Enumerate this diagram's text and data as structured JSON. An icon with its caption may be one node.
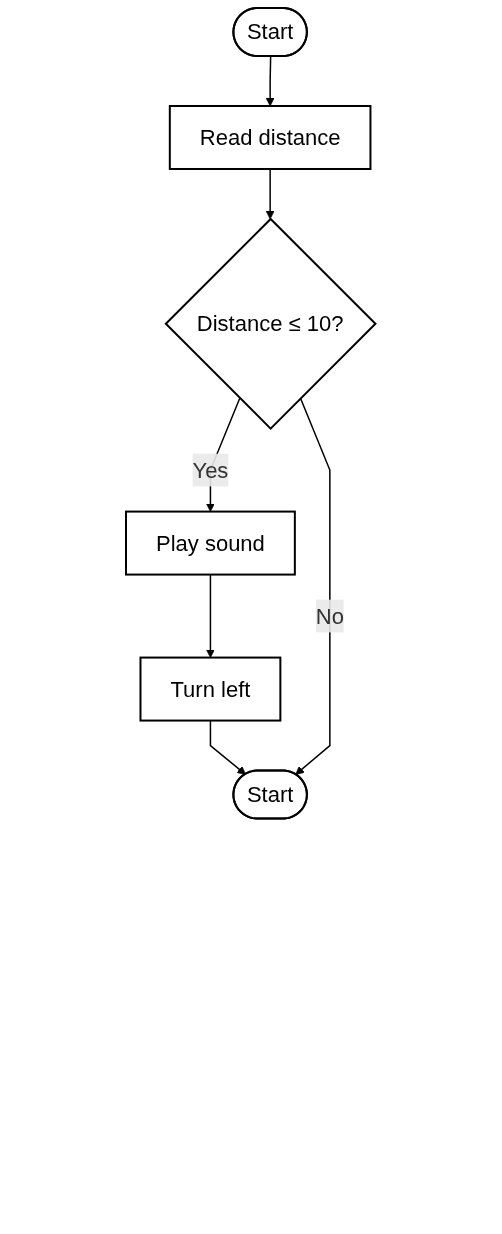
{
  "diagram": {
    "nodes": [
      {
        "text": [
          "Start"
        ]
      },
      {
        "text": [
          "Read distance"
        ]
      },
      {
        "text": [
          "Distance ≤ 10?"
        ]
      },
      {
        "text": [
          "Play sound"
        ]
      },
      {
        "text": [
          "Turn left"
        ]
      },
      {
        "text": [
          "Start"
        ]
      }
    ],
    "edges": [
      {
        "from": 0,
        "to": 1,
        "arrow": "to"
      },
      {
        "from": 1,
        "to": 2,
        "arrow": "to"
      },
      {
        "from": 2,
        "to": 3,
        "label": "Yes",
        "arrow": "to"
      },
      {
        "from": 3,
        "to": 4,
        "arrow": "to"
      },
      {
        "from": 4,
        "to": 5,
        "arrow": "to"
      },
      {
        "from": 2,
        "to": 5,
        "label": "No",
        "arrow": "to"
      }
    ]
  }
}
